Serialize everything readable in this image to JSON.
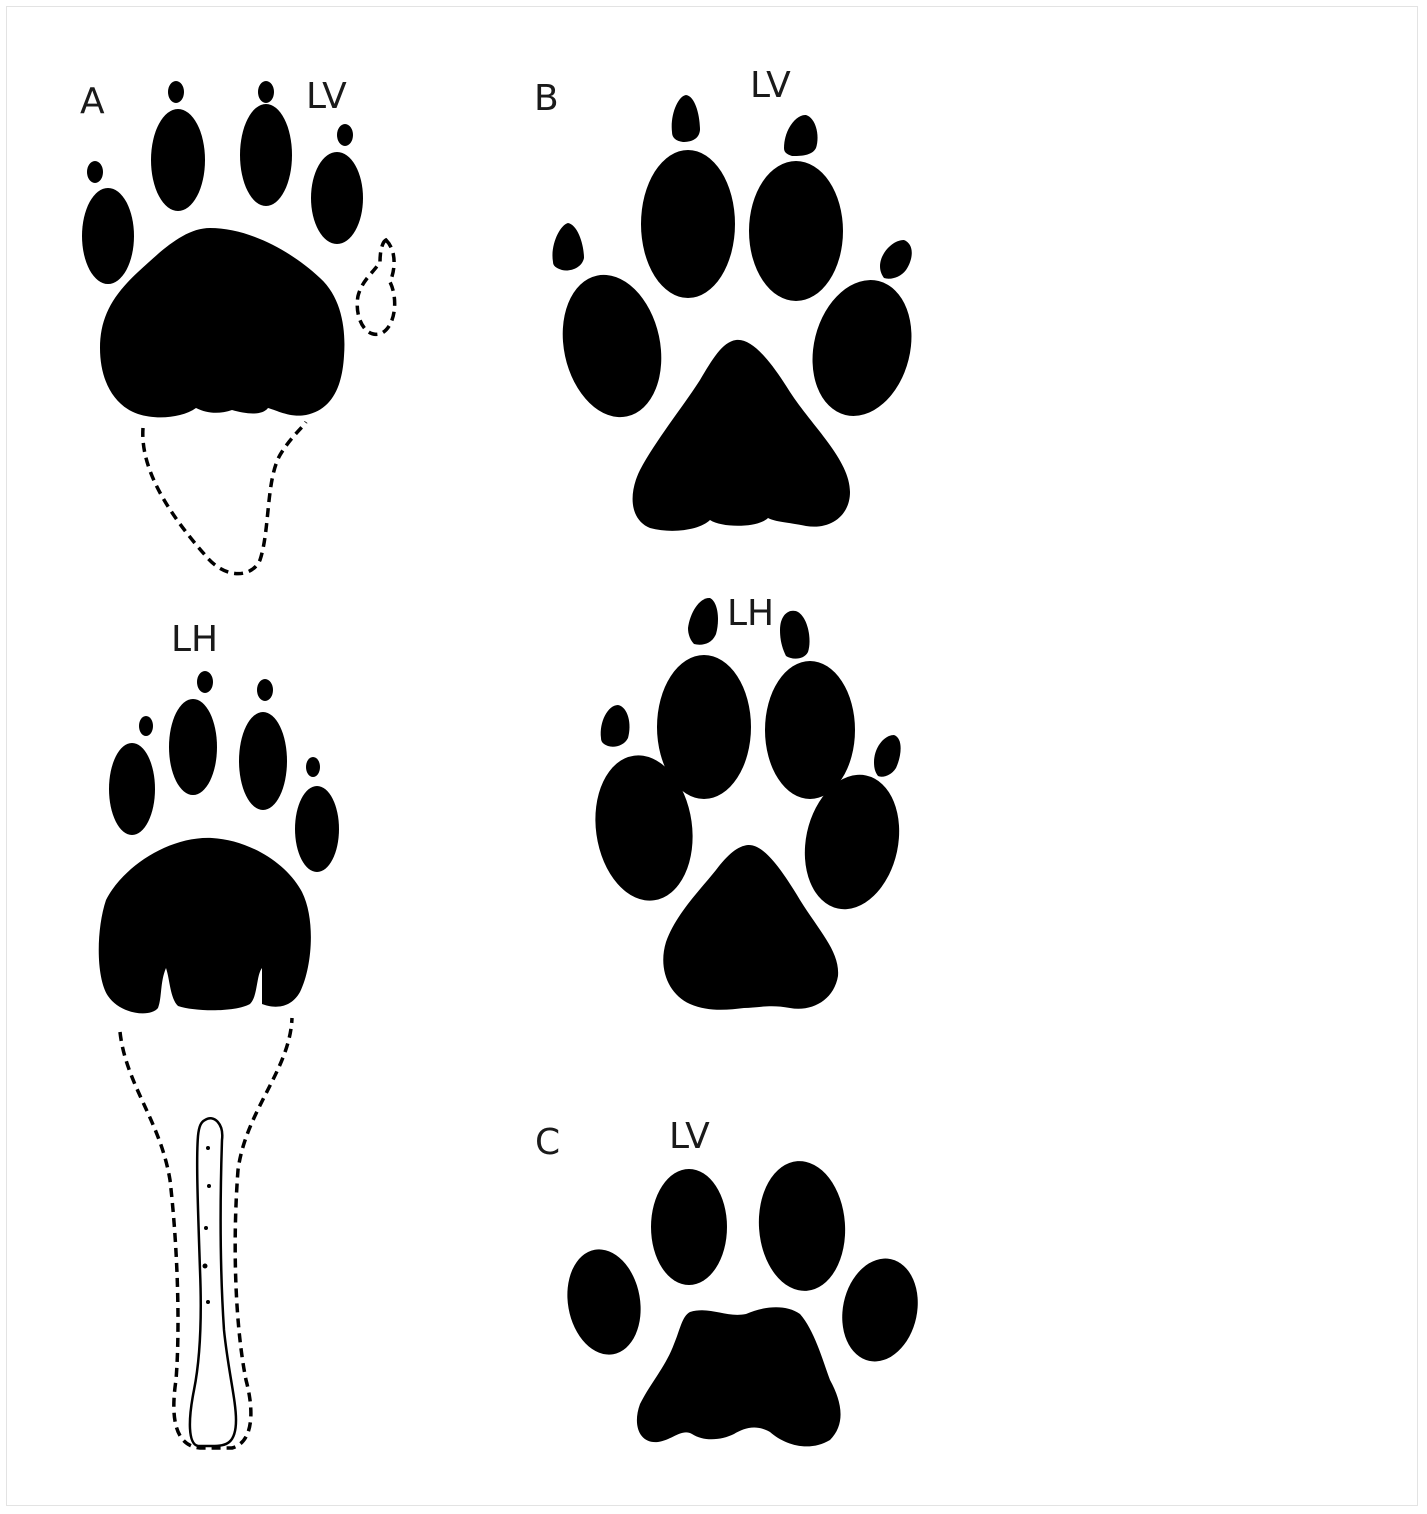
{
  "panels": {
    "a": {
      "letter": "A",
      "front_label": "LV",
      "hind_label": "LH"
    },
    "b": {
      "letter": "B",
      "front_label": "LV",
      "hind_label": "LH"
    },
    "c": {
      "letter": "C",
      "front_label": "LV"
    }
  },
  "colors": {
    "pad": "#000000",
    "background": "#ffffff",
    "label": "#1a1a1a"
  }
}
